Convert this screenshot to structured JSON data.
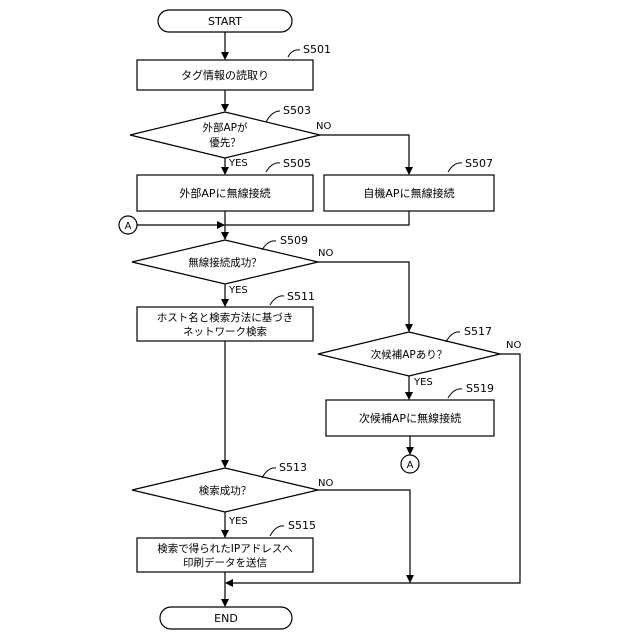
{
  "start_label": "START",
  "end_label": "END",
  "steps": {
    "s501": {
      "ref": "S501",
      "line1": "タグ情報の読取り"
    },
    "s503": {
      "ref": "S503",
      "line1": "外部APが",
      "line2": "優先？",
      "yes": "YES",
      "no": "NO"
    },
    "s505": {
      "ref": "S505",
      "line1": "外部APに無線接続"
    },
    "s507": {
      "ref": "S507",
      "line1": "自機APに無線接続"
    },
    "s509": {
      "ref": "S509",
      "line1": "無線接続成功？",
      "yes": "YES",
      "no": "NO"
    },
    "s511": {
      "ref": "S511",
      "line1": "ホスト名と検索方法に基づき",
      "line2": "ネットワーク検索"
    },
    "s513": {
      "ref": "S513",
      "line1": "検索成功？",
      "yes": "YES",
      "no": "NO"
    },
    "s515": {
      "ref": "S515",
      "line1": "検索で得られたIPアドレスへ",
      "line2": "印刷データを送信"
    },
    "s517": {
      "ref": "S517",
      "line1": "次候補APあり？",
      "yes": "YES",
      "no": "NO"
    },
    "s519": {
      "ref": "S519",
      "line1": "次候補APに無線接続"
    }
  },
  "connector_label": "A"
}
